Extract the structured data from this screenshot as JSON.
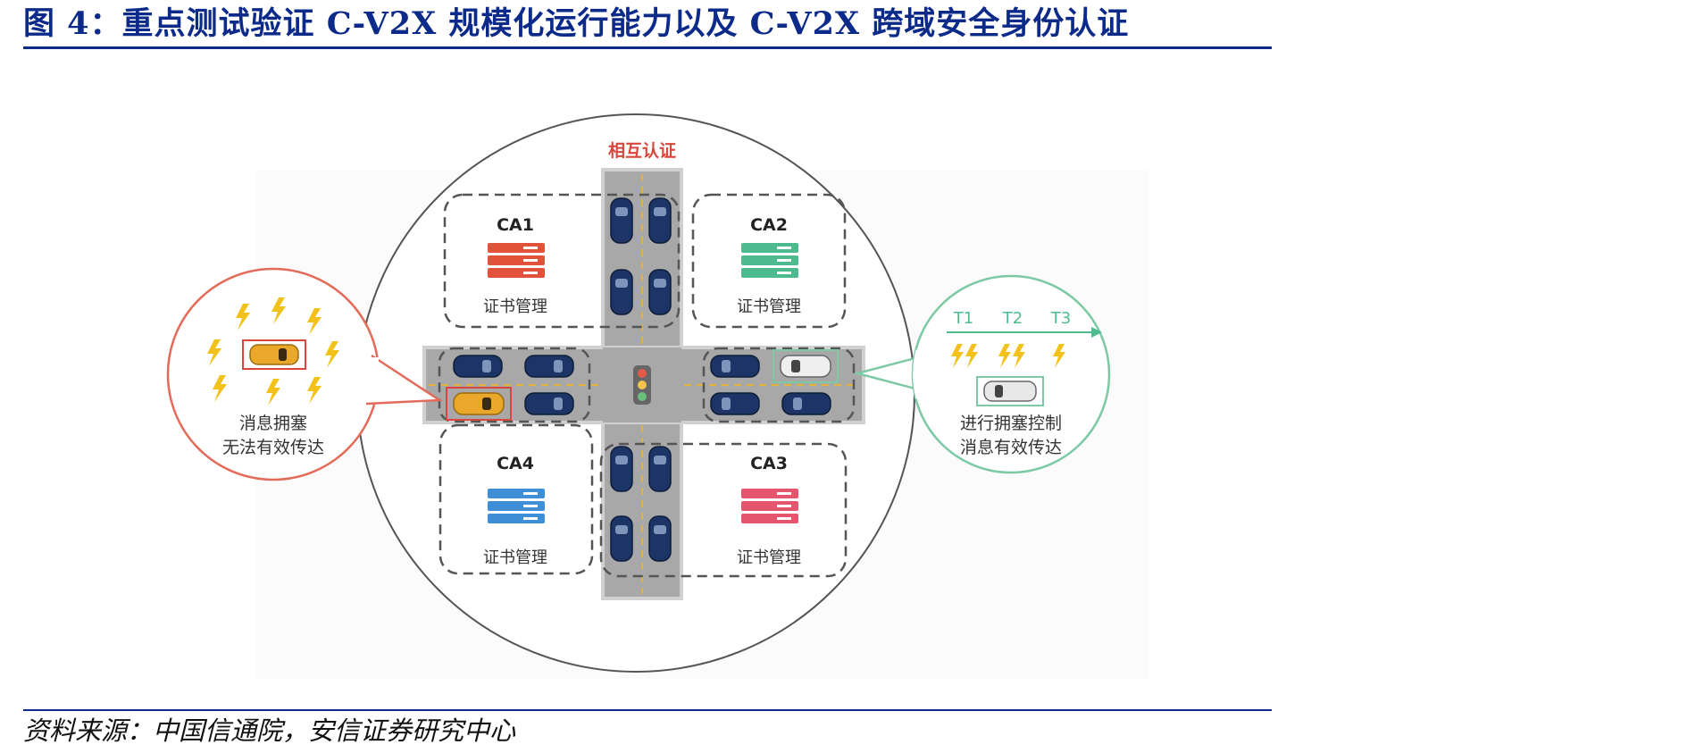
{
  "figure": {
    "title": "图 4：重点测试验证 C-V2X 规模化运行能力以及 C-V2X 跨域安全身份认证",
    "source": "资料来源：中国信通院，安信证券研究中心"
  },
  "diagram": {
    "mutual_auth_label": "相互认证",
    "ca_blocks": [
      {
        "name": "CA1",
        "caption": "证书管理",
        "color": "#e0523a"
      },
      {
        "name": "CA2",
        "caption": "证书管理",
        "color": "#4dbb8d"
      },
      {
        "name": "CA3",
        "caption": "证书管理",
        "color": "#e5566e"
      },
      {
        "name": "CA4",
        "caption": "证书管理",
        "color": "#3f8fd6"
      }
    ],
    "left_bubble": {
      "line1": "消息拥塞",
      "line2": "无法有效传达",
      "border_color": "#e36b5a"
    },
    "right_bubble": {
      "line1": "进行拥塞控制",
      "line2": "消息有效传达",
      "border_color": "#7cc9a4",
      "timeline": [
        "T1",
        "T2",
        "T3"
      ]
    },
    "colors": {
      "road": "#a8a8a8",
      "car_blue": "#1d3566",
      "car_yellow": "#e9a829",
      "lightning": "#f2c21b",
      "title_blue": "#0c2a8a",
      "auth_red": "#d9463b"
    }
  }
}
